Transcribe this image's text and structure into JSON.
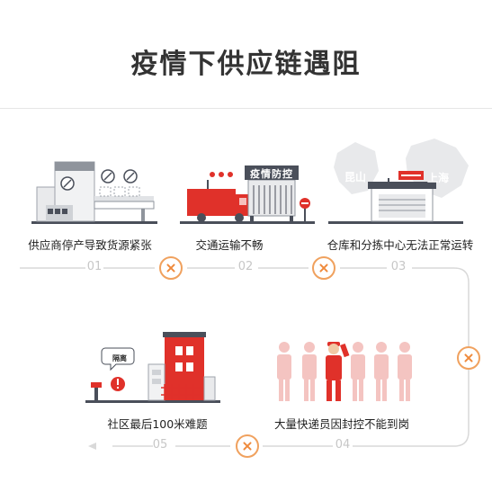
{
  "title": "疫情下供应链遇阻",
  "steps": [
    {
      "label": "供应商停产导致货源紧张",
      "number": "01"
    },
    {
      "label": "交通运输不畅",
      "number": "02"
    },
    {
      "label": "仓库和分拣中心无法正常运转",
      "number": "03"
    },
    {
      "label": "大量快递员因封控不能到岗",
      "number": "04"
    },
    {
      "label": "社区最后100米难题",
      "number": "05"
    }
  ],
  "illustrations": {
    "checkpoint_sign": "疫情防控",
    "map_city_left": "昆山",
    "map_city_right": "上海",
    "isolation_bubble": "隔离"
  },
  "colors": {
    "accent_red": "#e0312a",
    "mark_orange": "#ef8a3c",
    "line_gray": "#d9d9d9",
    "dark_gray": "#4a4f5a"
  },
  "icons": [
    "factory-icon",
    "truck-icon",
    "checkpoint-icon",
    "warehouse-icon",
    "couriers-icon",
    "community-building-icon",
    "blocked-x-icon"
  ]
}
